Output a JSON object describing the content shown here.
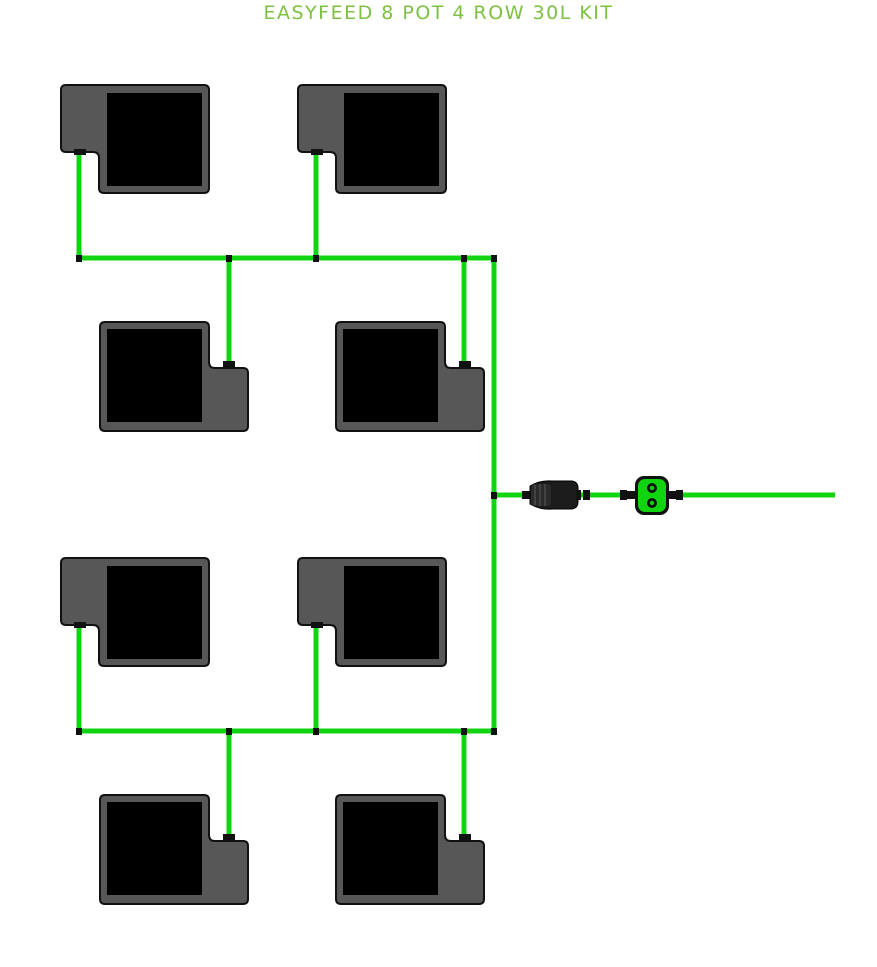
{
  "title": "EASYFEED 8 POT 4 ROW 30L KIT",
  "colors": {
    "tube": "#11d411",
    "pot_body": "#575757",
    "pot_outline": "#111111",
    "pot_reservoir": "#000000",
    "connector": "#111111",
    "title": "#7dc142"
  },
  "pots": [
    {
      "name": "pot-1",
      "orientation": "tab-left"
    },
    {
      "name": "pot-2",
      "orientation": "tab-left"
    },
    {
      "name": "pot-3",
      "orientation": "tab-right"
    },
    {
      "name": "pot-4",
      "orientation": "tab-right"
    },
    {
      "name": "pot-5",
      "orientation": "tab-left"
    },
    {
      "name": "pot-6",
      "orientation": "tab-left"
    },
    {
      "name": "pot-7",
      "orientation": "tab-right"
    },
    {
      "name": "pot-8",
      "orientation": "tab-right"
    }
  ],
  "components": {
    "filter": "inline-filter-icon",
    "valve": "shutoff-valve-icon"
  }
}
